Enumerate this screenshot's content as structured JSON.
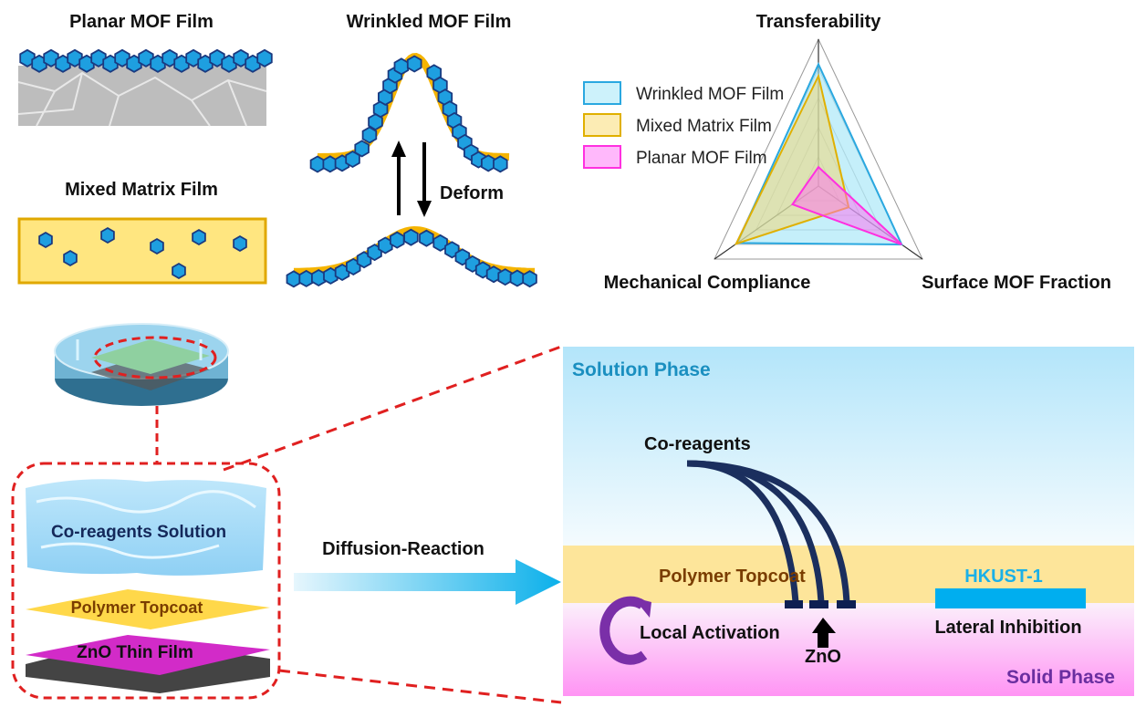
{
  "top_left": {
    "planar_title": "Planar MOF Film",
    "mixed_title": "Mixed Matrix Film",
    "wrinkled_title": "Wrinkled MOF Film",
    "deform_label": "Deform"
  },
  "colors": {
    "mof_crystal": "#1e9fe0",
    "mof_outline": "#1a3a80",
    "polymer": "#ffe680",
    "wrinkle_layer": "#f5b400",
    "wrinkled": "#2aa8e0",
    "mixed": "#e0b000",
    "planar": "#ff30e0",
    "dashed_zoom": "#e02020",
    "inhibitor": "#1b2f5e",
    "activation": "#7a2fa8"
  },
  "chart_data": {
    "type": "radar",
    "axes": [
      "Transferability",
      "Surface MOF Fraction",
      "Mechanical Compliance"
    ],
    "range": [
      0,
      1
    ],
    "grid": true,
    "legend": "left",
    "series": [
      {
        "name": "Wrinkled MOF Film",
        "values": [
          0.83,
          0.8,
          0.78
        ]
      },
      {
        "name": "Mixed Matrix Film",
        "values": [
          0.75,
          0.29,
          0.79
        ]
      },
      {
        "name": "Planar MOF Film",
        "values": [
          0.13,
          0.8,
          0.25
        ]
      }
    ]
  },
  "bottom_left": {
    "solution_label": "Co-reagents  Solution",
    "topcoat_label": "Polymer  Topcoat",
    "zno_label": "ZnO Thin Film",
    "arrow_label": "Diffusion-Reaction"
  },
  "mechanism": {
    "solution_phase": "Solution Phase",
    "coreagents": "Co-reagents",
    "polymer_topcoat": "Polymer  Topcoat",
    "hkust": "HKUST-1",
    "local_activation": "Local Activation",
    "zno": "ZnO",
    "lateral_inhibition": "Lateral  Inhibition",
    "solid_phase": "Solid Phase"
  }
}
